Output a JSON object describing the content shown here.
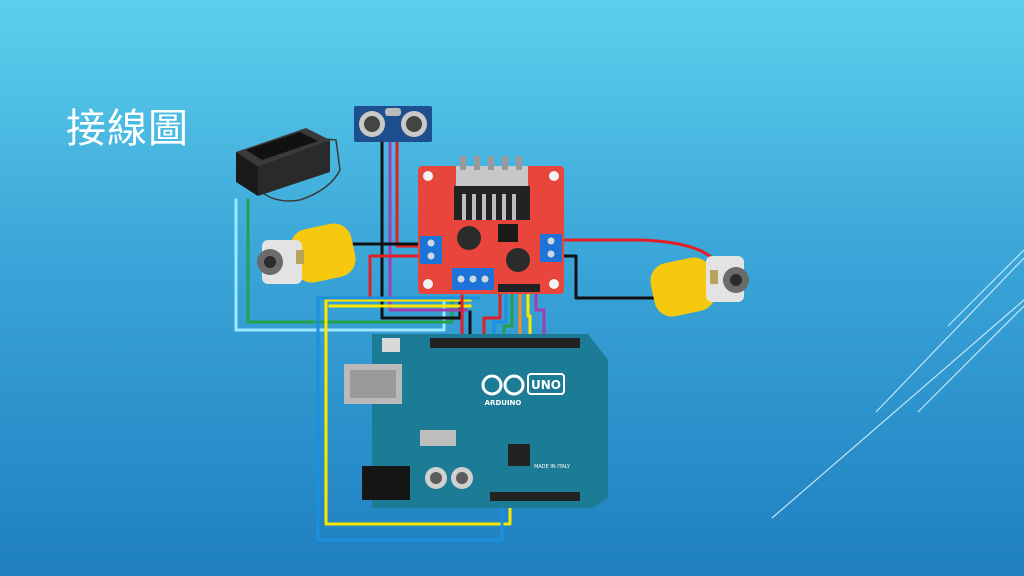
{
  "slide": {
    "title": "接線圖"
  },
  "board": {
    "brand": "ARDUINO",
    "model": "UNO",
    "origin": "MADE IN ITALY"
  },
  "colors": {
    "wire_red": "#e31e24",
    "wire_black": "#111111",
    "wire_yellow": "#ffe600",
    "wire_green": "#24a14a",
    "wire_blue": "#1b8fe0",
    "wire_lightblue": "#9ee9ff",
    "wire_purple": "#a23fb0",
    "wire_orange": "#ff8c1a",
    "driver_board": "#e8453c",
    "arduino_board": "#1c7c95"
  },
  "icons": {
    "battery": "battery-box-icon",
    "sensor": "ultrasonic-sensor-icon",
    "driver": "motor-driver-board-icon",
    "motor": "dc-gear-motor-icon",
    "board": "arduino-board-icon"
  }
}
